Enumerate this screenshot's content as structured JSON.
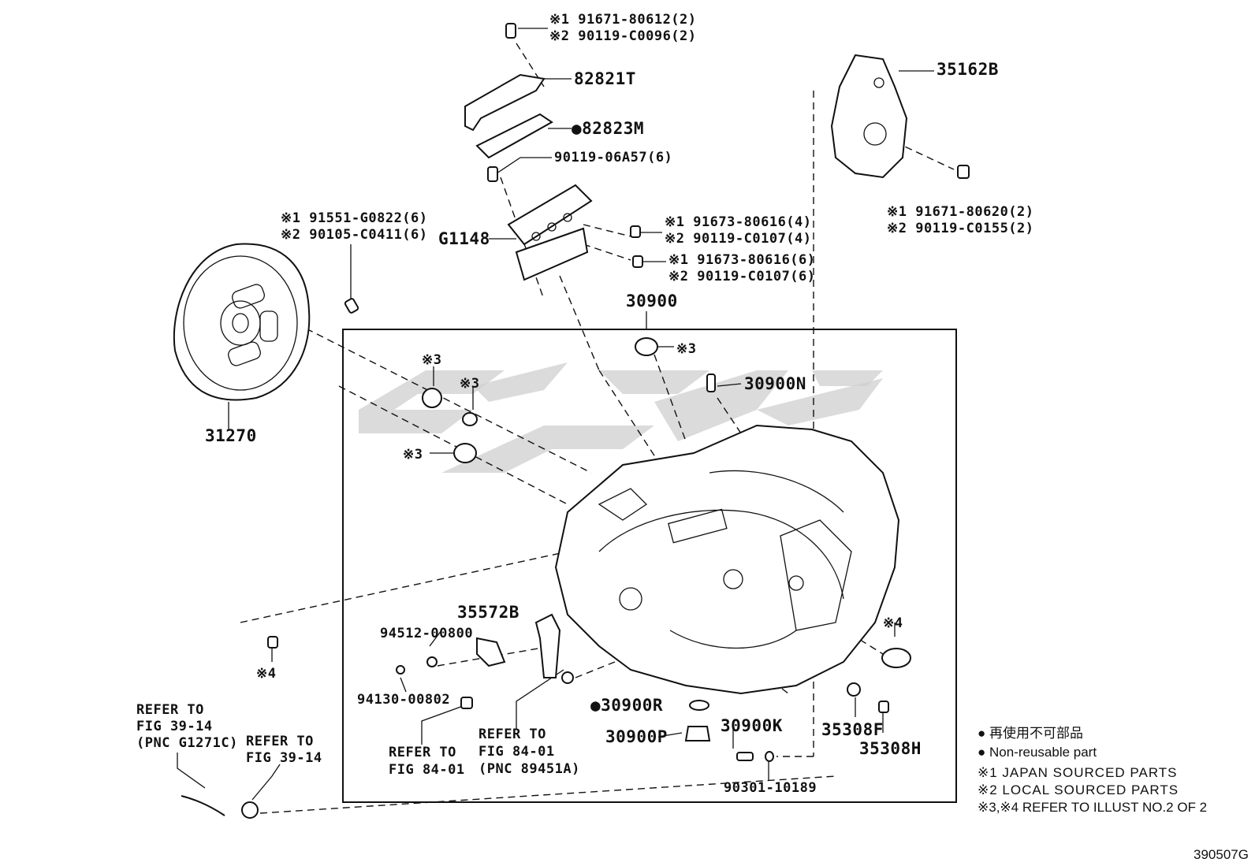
{
  "labels": {
    "p1": "※1 91671-80612(2)",
    "p2": "※2 90119-C0096(2)",
    "p82821T": "82821T",
    "p82823M": "●82823M",
    "p90119_06A57": "90119-06A57(6)",
    "pG1148": "G1148",
    "p35162B": "35162B",
    "p35162B_a": "※1 91671-80620(2)",
    "p35162B_b": "※2 90119-C0155(2)",
    "g1": "※1 91673-80616(4)",
    "g2": "※2 90119-C0107(4)",
    "g3": "※1 91673-80616(6)",
    "g4": "※2 90119-C0107(6)",
    "d1": "※1 91551-G0822(6)",
    "d2": "※2 90105-C0411(6)",
    "p31270": "31270",
    "p30900": "30900",
    "s3a": "※3",
    "s3b": "※3",
    "s3c": "※3",
    "s3d": "※3",
    "p30900N": "30900N",
    "p35572B": "35572B",
    "p94512": "94512-00800",
    "p94130": "94130-00802",
    "s4a": "※4",
    "s4b": "※4",
    "p30900R": "●30900R",
    "p30900P": "30900P",
    "p30900K": "30900K",
    "p35308F": "35308F",
    "p35308H": "35308H",
    "p90301": "90301-10189",
    "refer1_l1": "REFER TO",
    "refer1_l2": "FIG 39-14",
    "refer1_l3": "(PNC G1271C)",
    "refer2_l1": "REFER TO",
    "refer2_l2": "FIG 39-14",
    "refer3_l1": "REFER TO",
    "refer3_l2": "FIG 84-01",
    "refer4_l1": "REFER TO",
    "refer4_l2": "FIG 84-01",
    "refer4_l3": "(PNC 89451A)"
  },
  "legend": {
    "l1": "● 再使用不可部品",
    "l2": "● Non-reusable part",
    "l3": "※1 JAPAN SOURCED PARTS",
    "l4": "※2 LOCAL SOURCED PARTS",
    "l5": "※3,※4 REFER TO ILLUST NO.2 OF 2"
  },
  "figure_id": "390507G"
}
